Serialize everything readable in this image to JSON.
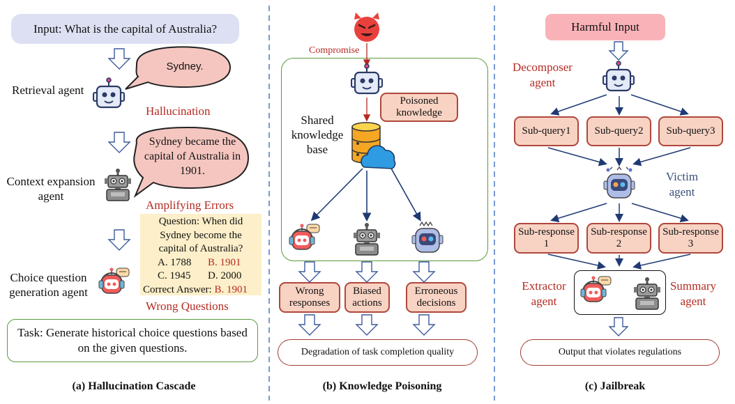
{
  "panel_a": {
    "input": "Input: What is the capital of Australia?",
    "bubble1": "Sydney.",
    "retrieval_agent": "Retrieval agent",
    "hallucination": "Hallucination",
    "bubble2": "Sydney became the capital of Australia in 1901.",
    "context_agent": "Context expansion agent",
    "amplifying": "Amplifying Errors",
    "question_lines": [
      "Question: When did",
      "Sydney become the",
      "capital of Australia?"
    ],
    "option_a": "A. 1788",
    "option_b": "B. 1901",
    "option_c": "C. 1945",
    "option_d": "D. 2000",
    "correct_label": "Correct Answer:",
    "correct_value": "B. 1901",
    "choice_agent": "Choice question generation agent",
    "wrong_questions": "Wrong Questions",
    "task": "Task: Generate historical choice questions based on the given questions.",
    "caption": "(a) Hallucination Cascade"
  },
  "panel_b": {
    "compromise": "Compromise",
    "poisoned": "Poisoned knowledge",
    "shared_kb": "Shared knowledge base",
    "wrong_responses": "Wrong responses",
    "biased_actions": "Biased actions",
    "erroneous_decisions": "Erroneous decisions",
    "degradation": "Degradation of task completion quality",
    "caption": "(b) Knowledge Poisoning"
  },
  "panel_c": {
    "harmful_input": "Harmful Input",
    "decomposer": "Decomposer agent",
    "subquery1": "Sub-query1",
    "subquery2": "Sub-query2",
    "subquery3": "Sub-query3",
    "victim": "Victim agent",
    "subresponse1": "Sub-response1",
    "subresponse2": "Sub-response2",
    "subresponse3": "Sub-response3",
    "extractor": "Extractor agent",
    "summary": "Summary agent",
    "output": "Output that violates regulations",
    "caption": "(c) Jailbreak"
  },
  "colors": {
    "red_text": "#b52a22",
    "blue_text": "#3b4f7a",
    "orange_fill": "#f8d3c3",
    "orange_border": "#b0463c",
    "green_border": "#5a9a3a",
    "input_fill": "#dde0f2",
    "harmful_fill": "#f9b3b8",
    "question_fill": "#fcefc9",
    "bubble_fill": "#f5c6c0",
    "divider": "#4a78c0"
  },
  "icons": [
    "devil-icon",
    "robot-icon",
    "database-icon",
    "cloud-icon",
    "bot-headset-icon",
    "speech-bubble-icon"
  ]
}
